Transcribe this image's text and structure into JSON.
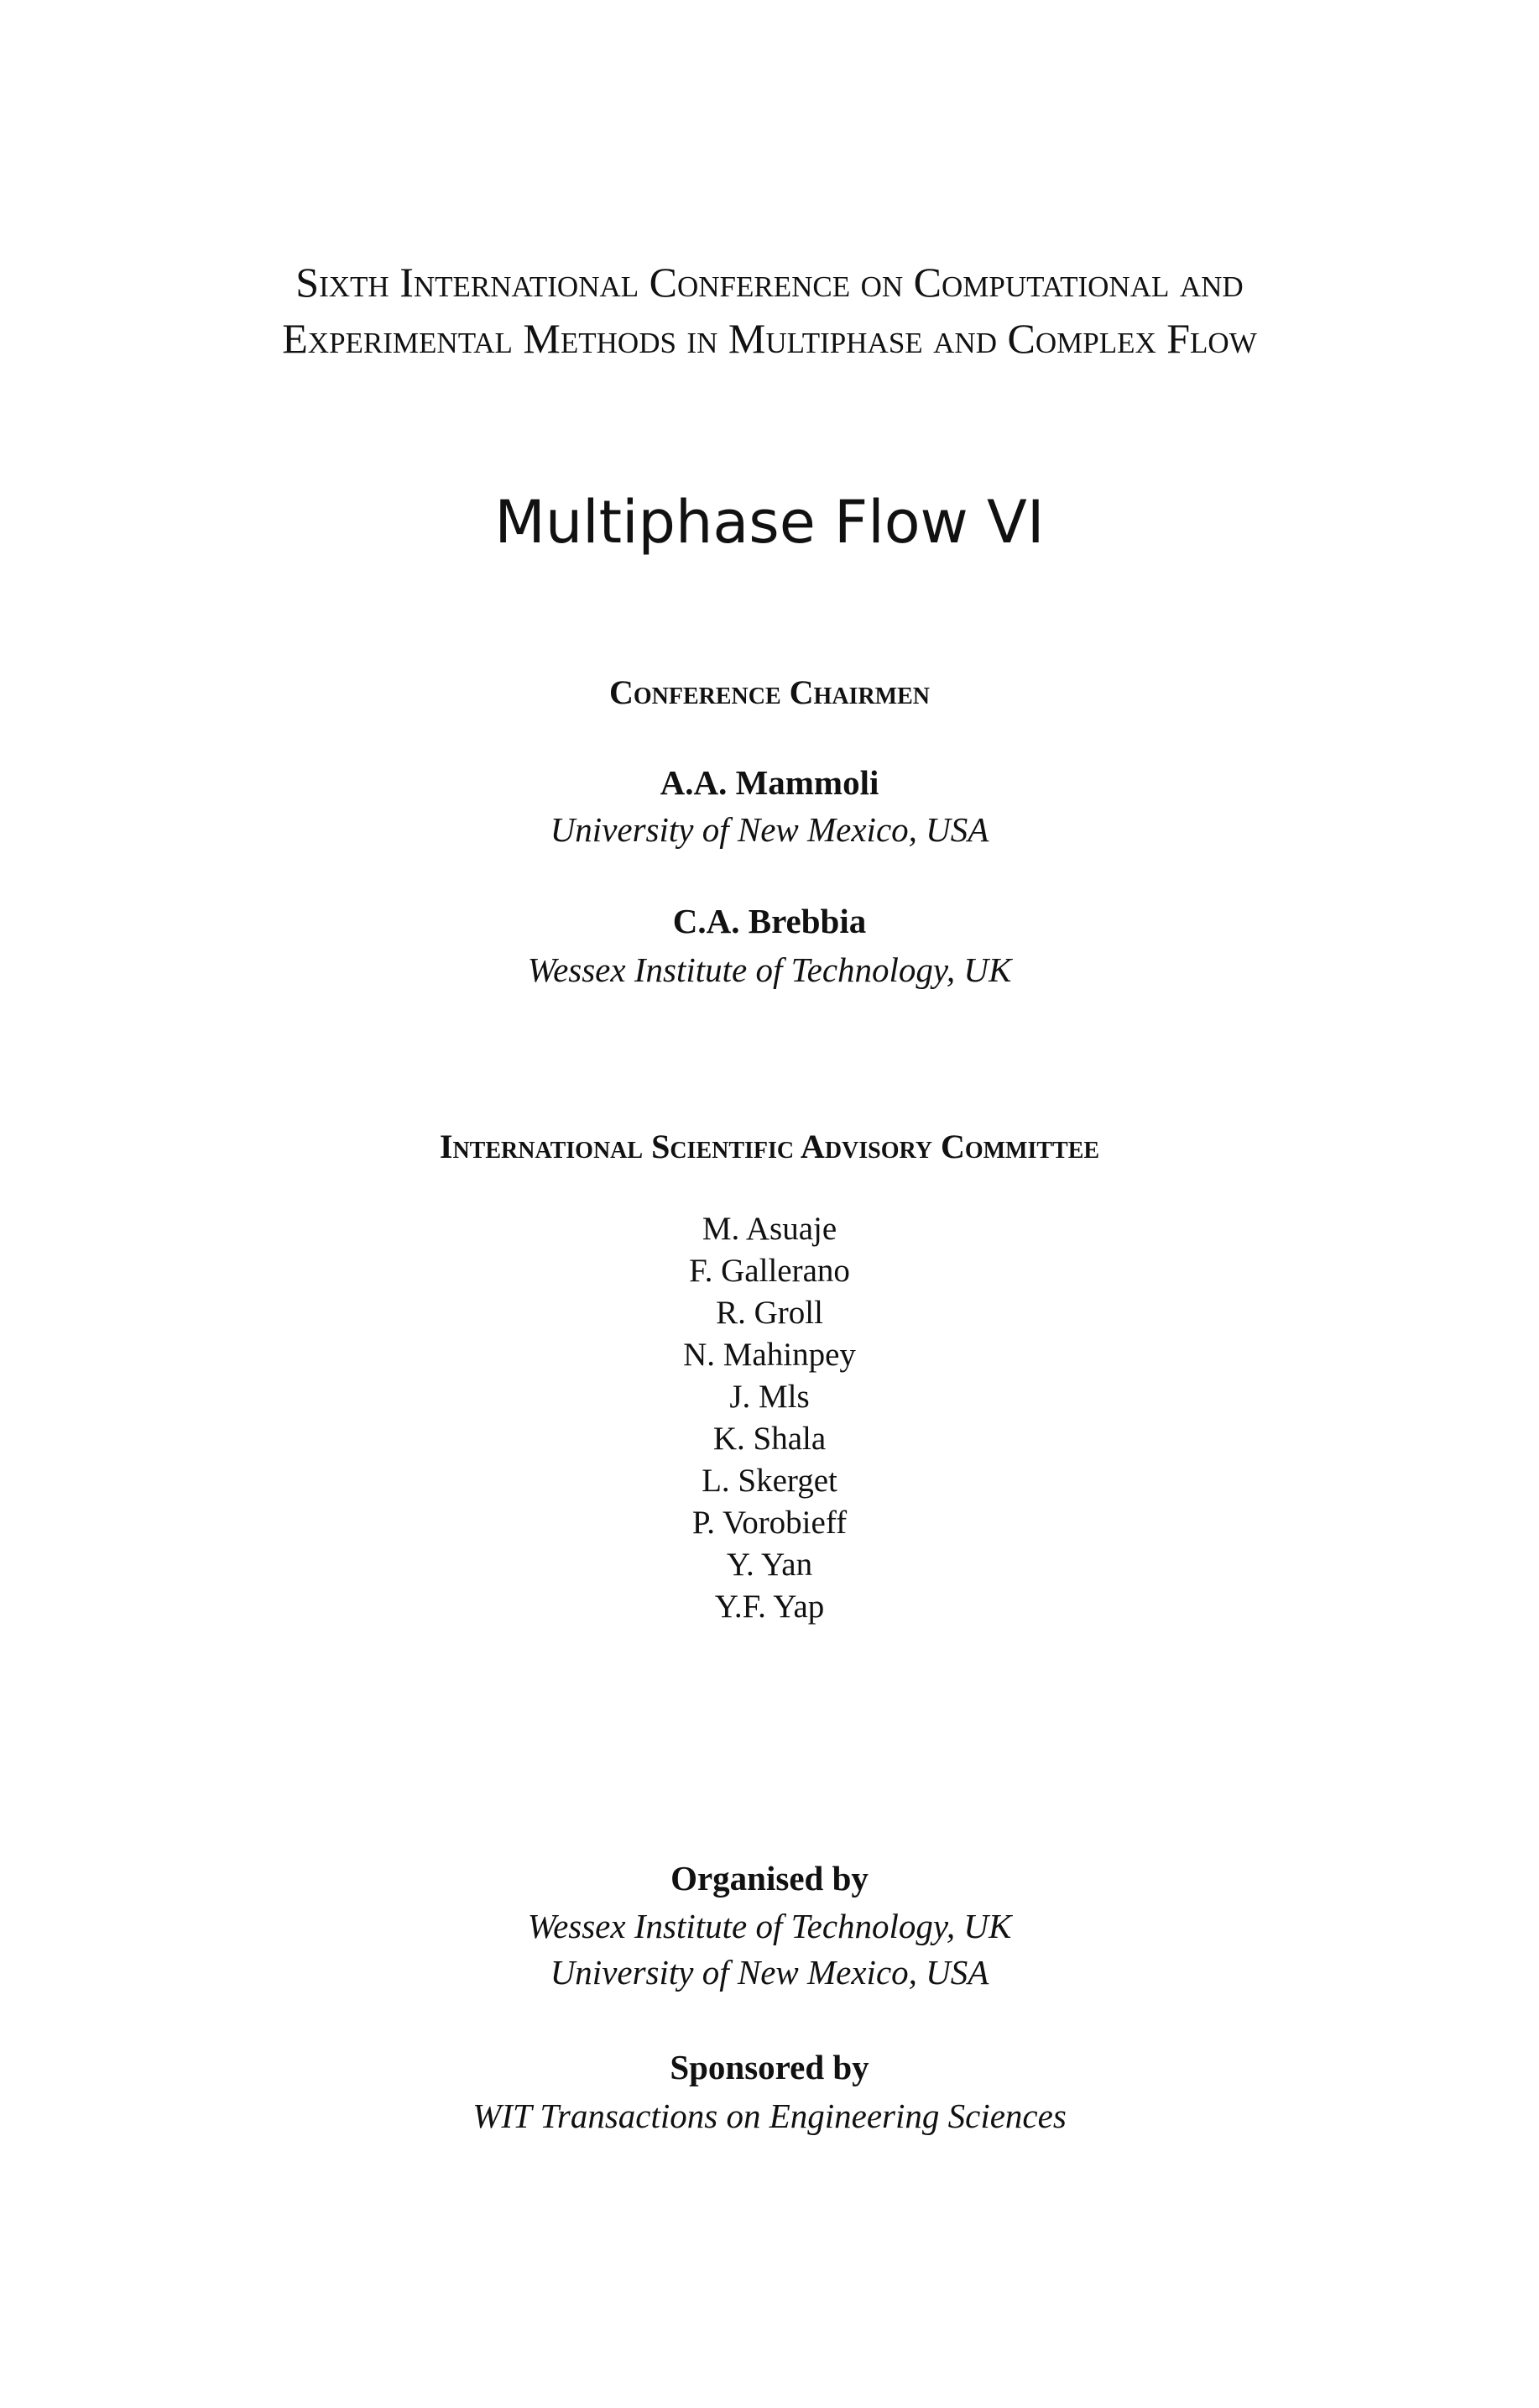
{
  "header": {
    "line1": "Sixth International Conference on Computational and",
    "line2": "Experimental Methods in Multiphase and Complex Flow"
  },
  "title": "Multiphase Flow VI",
  "chairmen": {
    "heading": "Conference Chairmen",
    "people": [
      {
        "name": "A.A. Mammoli",
        "affiliation": "University of New Mexico, USA"
      },
      {
        "name": "C.A. Brebbia",
        "affiliation": "Wessex Institute of Technology, UK"
      }
    ]
  },
  "committee": {
    "heading": "International Scientific Advisory Committee",
    "members": [
      "M. Asuaje",
      "F. Gallerano",
      "R. Groll",
      "N. Mahinpey",
      "J. Mls",
      "K. Shala",
      "L. Skerget",
      "P. Vorobieff",
      "Y. Yan",
      "Y.F. Yap"
    ]
  },
  "organised": {
    "heading": "Organised by",
    "orgs": [
      "Wessex Institute of Technology, UK",
      "University of New Mexico, USA"
    ]
  },
  "sponsored": {
    "heading": "Sponsored by",
    "sponsor": "WIT Transactions on Engineering Sciences"
  }
}
